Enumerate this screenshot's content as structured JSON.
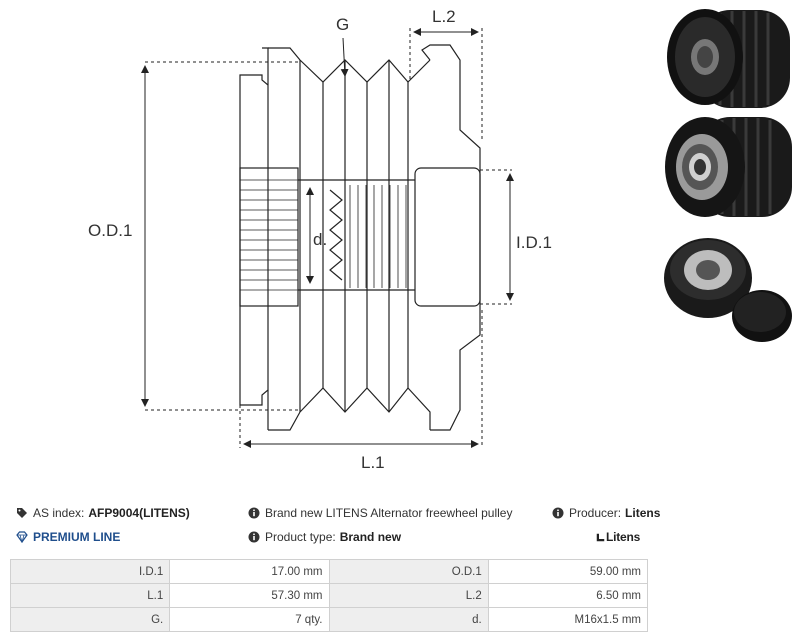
{
  "drawing": {
    "label_g": "G",
    "label_l2": "L.2",
    "label_od1": "O.D.1",
    "label_d": "d.",
    "label_id1": "I.D.1",
    "label_l1": "L.1"
  },
  "info": {
    "as_index_label": "AS index:",
    "as_index_value": "AFP9004(LITENS)",
    "description": "Brand new LITENS Alternator freewheel pulley",
    "producer_label": "Producer:",
    "producer_value": "Litens",
    "premium_line": "PREMIUM LINE",
    "product_type_label": "Product type:",
    "product_type_value": "Brand new",
    "brand_logo": "Litens"
  },
  "specs": [
    [
      {
        "label": "I.D.1",
        "value": "17.00 mm"
      },
      {
        "label": "O.D.1",
        "value": "59.00 mm"
      }
    ],
    [
      {
        "label": "L.1",
        "value": "57.30 mm"
      },
      {
        "label": "L.2",
        "value": "6.50 mm"
      }
    ],
    [
      {
        "label": "G.",
        "value": "7 qty."
      },
      {
        "label": "d.",
        "value": "M16x1.5 mm"
      }
    ]
  ],
  "colors": {
    "premium": "#1f4e8c",
    "label_cell": "#eeeeee",
    "border": "#d0d0d0"
  }
}
